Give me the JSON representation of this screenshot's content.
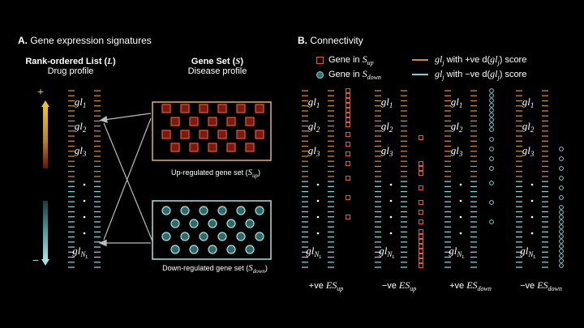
{
  "section_a": {
    "letter": "A.",
    "title": "Gene expression signatures"
  },
  "section_b": {
    "letter": "B.",
    "title": "Connectivity"
  },
  "ranked_list": {
    "title": "Rank-ordered List (",
    "symbol": "L",
    "close": ")",
    "subtitle": "Drug profile"
  },
  "gene_set": {
    "title": "Gene Set (",
    "symbol": "S",
    "close": ")",
    "subtitle": "Disease profile"
  },
  "up_caption": {
    "text": "Up-regulated gene set (",
    "symbol": "S",
    "sub": "up",
    "close": ")"
  },
  "down_caption": {
    "text": "Down-regulated gene set (",
    "symbol": "S",
    "sub": "down",
    "close": ")"
  },
  "gene_labels": [
    "gl1",
    "gl2",
    "gl3",
    "glNL"
  ],
  "legend": {
    "up_gene": {
      "text": "Gene in ",
      "symbol": "S",
      "sub": "up"
    },
    "down_gene": {
      "text": "Gene in ",
      "symbol": "S",
      "sub": "down"
    },
    "pos_score": {
      "sym": "gl",
      "sub": "j",
      "text": " with +ve d(",
      "sym2": "gl",
      "sub2": "j",
      "close": ") score"
    },
    "neg_score": {
      "sym": "gl",
      "sub": "j",
      "text": " with −ve d(",
      "sym2": "gl",
      "sub2": "j",
      "close": ") score"
    }
  },
  "panels": [
    {
      "sign": "+ve ",
      "es": "ES",
      "sub": "up"
    },
    {
      "sign": "−ve ",
      "es": "ES",
      "sub": "up"
    },
    {
      "sign": "+ve ",
      "es": "ES",
      "sub": "down"
    },
    {
      "sign": "−ve ",
      "es": "ES",
      "sub": "down"
    }
  ],
  "arrow_signs": {
    "plus": "+",
    "minus": "−"
  },
  "colors": {
    "up": "#c8873a",
    "down": "#7fd0d0",
    "up_box": "#e0b070",
    "down_box": "#a8e0e0",
    "marker_up": "#e05a3a"
  }
}
